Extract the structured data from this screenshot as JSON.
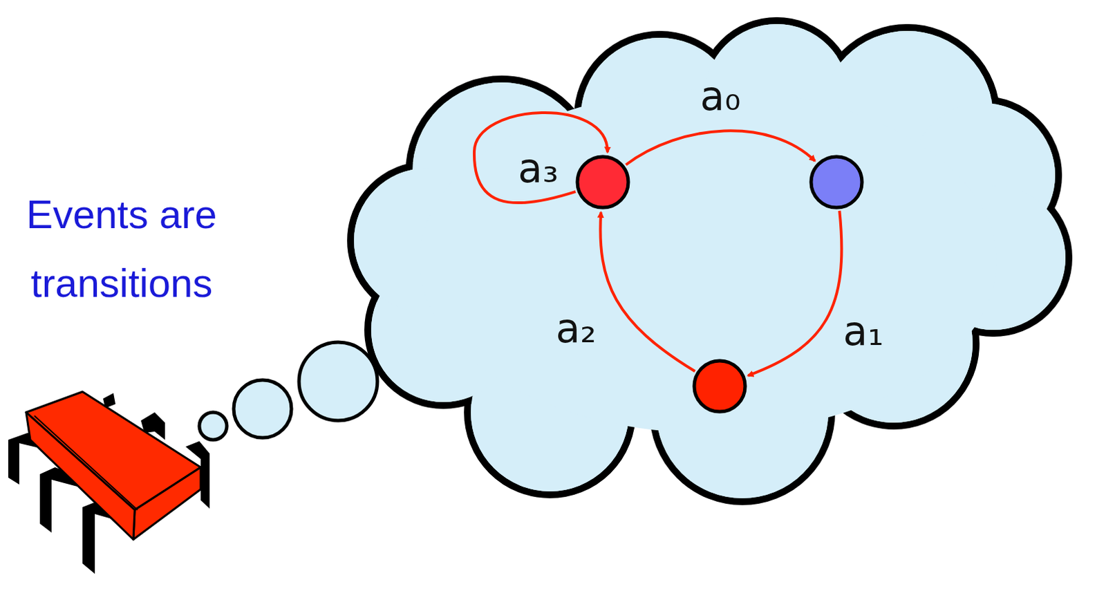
{
  "diagram": {
    "nodes": [
      {
        "text": []
      },
      {
        "text": []
      },
      {
        "text": []
      }
    ],
    "edges": [
      {
        "from": 0,
        "to": 1,
        "arrow": "to",
        "label": "a₀"
      },
      {
        "from": 1,
        "to": 2,
        "arrow": "to",
        "label": "a₁"
      },
      {
        "from": 2,
        "to": 0,
        "arrow": "to",
        "label": "a₂"
      },
      {
        "from": 0,
        "to": 0,
        "arrow": "to",
        "label": "a₃"
      }
    ],
    "labels": [
      "Events are transitions"
    ]
  }
}
